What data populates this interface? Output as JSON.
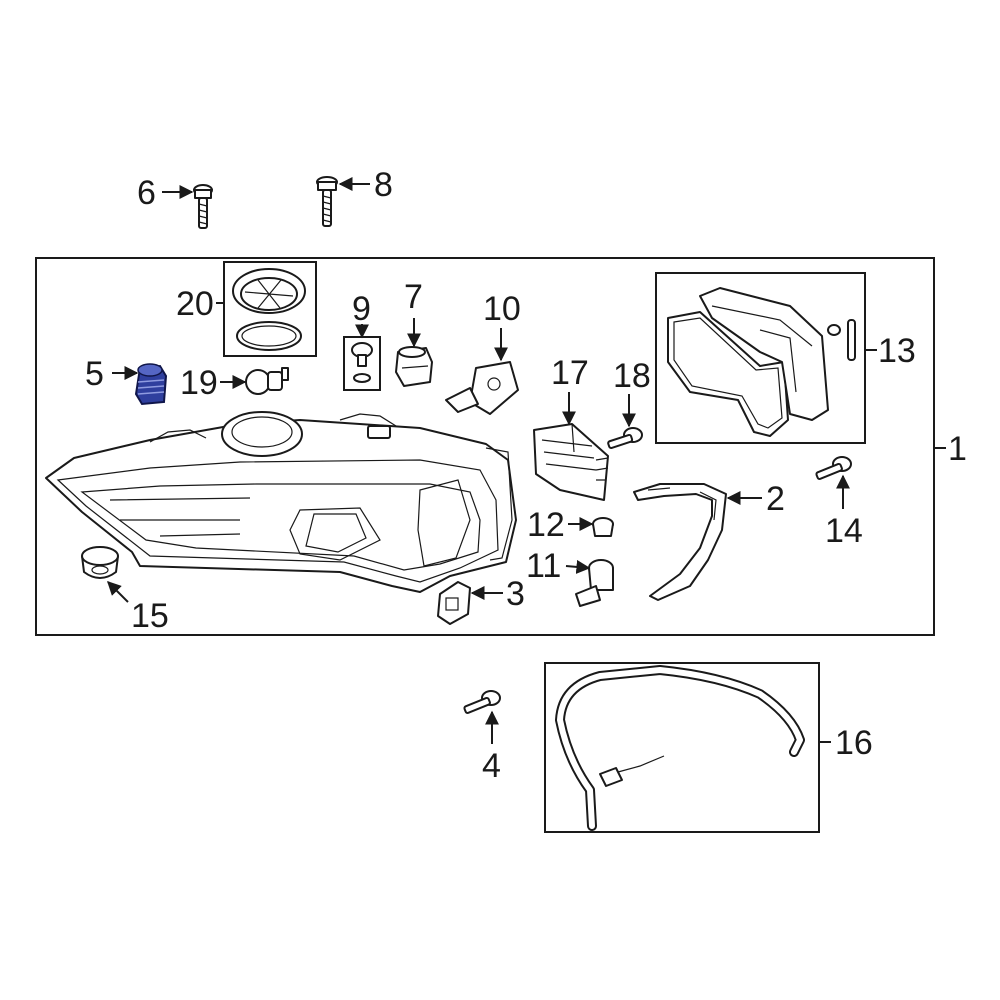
{
  "callouts": {
    "c1": "1",
    "c2": "2",
    "c3": "3",
    "c4": "4",
    "c5": "5",
    "c6": "6",
    "c7": "7",
    "c8": "8",
    "c9": "9",
    "c10": "10",
    "c11": "11",
    "c12": "12",
    "c13": "13",
    "c14": "14",
    "c15": "15",
    "c16": "16",
    "c17": "17",
    "c18": "18",
    "c19": "19",
    "c20": "20"
  },
  "highlight": {
    "part": "5",
    "color": "#2f3f9e"
  },
  "line_color": "#1a1a1a"
}
